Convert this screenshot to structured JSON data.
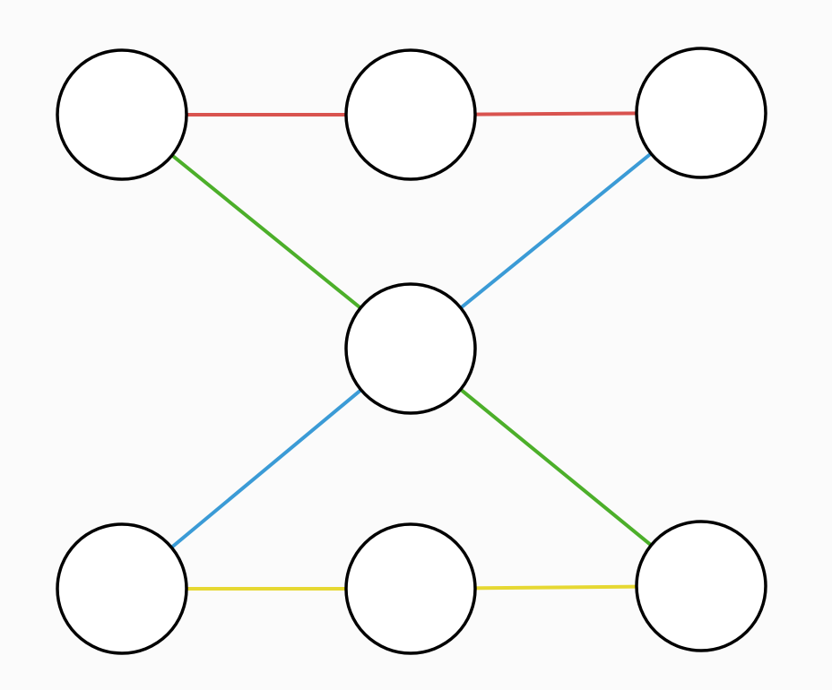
{
  "diagram": {
    "colors": {
      "background": "#fbfbfb",
      "node_stroke": "#000000",
      "node_fill": "#ffffff",
      "red": "#d9534f",
      "green": "#4caf2a",
      "blue": "#3b9bd6",
      "yellow": "#e6d832"
    },
    "nodes": [
      {
        "id": "top-left"
      },
      {
        "id": "top-middle"
      },
      {
        "id": "top-right"
      },
      {
        "id": "center"
      },
      {
        "id": "bottom-left"
      },
      {
        "id": "bottom-middle"
      },
      {
        "id": "bottom-right"
      }
    ],
    "edges": [
      {
        "from": "top-left",
        "to": "top-middle",
        "color": "red"
      },
      {
        "from": "top-middle",
        "to": "top-right",
        "color": "red"
      },
      {
        "from": "top-left",
        "to": "center",
        "color": "green"
      },
      {
        "from": "center",
        "to": "bottom-right",
        "color": "green"
      },
      {
        "from": "top-right",
        "to": "center",
        "color": "blue"
      },
      {
        "from": "center",
        "to": "bottom-left",
        "color": "blue"
      },
      {
        "from": "bottom-left",
        "to": "bottom-middle",
        "color": "yellow"
      },
      {
        "from": "bottom-middle",
        "to": "bottom-right",
        "color": "yellow"
      }
    ]
  }
}
